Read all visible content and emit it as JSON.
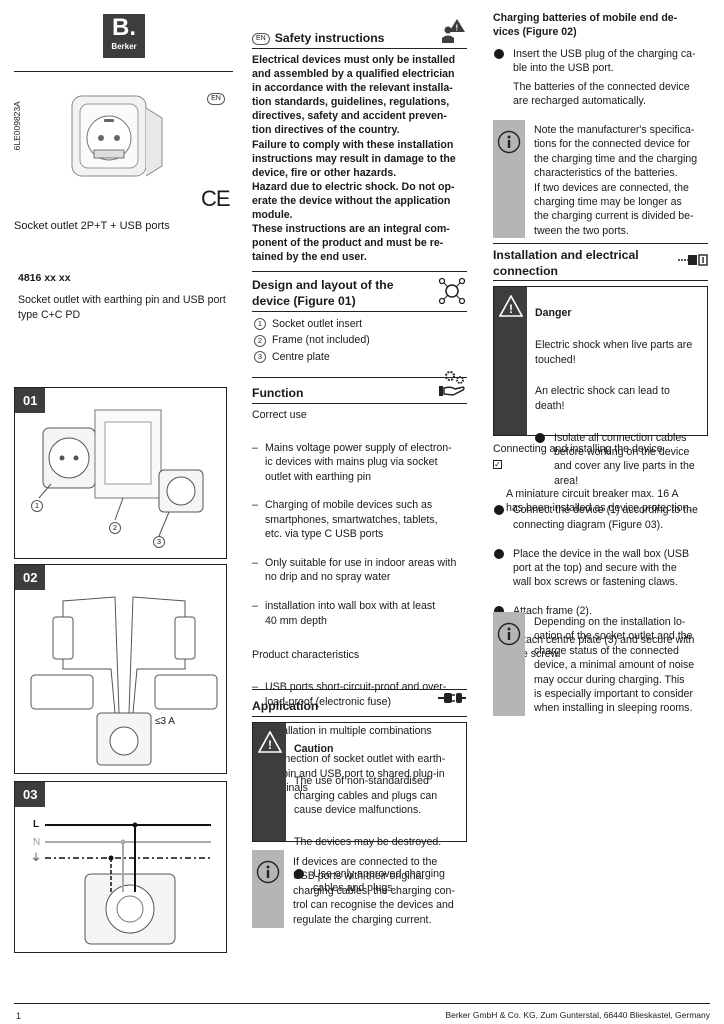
{
  "brand": {
    "logo": "B.",
    "name": "Berker"
  },
  "left": {
    "doc_code": "6LE009823A",
    "lang_badge": "EN",
    "ce_mark": "CE",
    "product_title": "Socket outlet 2P+T + USB ports",
    "article": "4816 xx xx",
    "description": "Socket outlet with earthing pin and USB port type C+C PD",
    "fig1": {
      "label": "01",
      "callouts": [
        "1",
        "2",
        "3"
      ]
    },
    "fig2": {
      "label": "02",
      "current": "≤3 A"
    },
    "fig3": {
      "label": "03",
      "lines": [
        "L",
        "N",
        "⏚"
      ]
    }
  },
  "middle": {
    "safety": {
      "badge": "EN",
      "title": "Safety instructions",
      "lines": [
        "Electrical devices must only be installed",
        "and assembled by a qualified electrician",
        "in accordance with the relevant installa-",
        "tion standards, guidelines, regulations,",
        "directives, safety and accident preven-",
        "tion directives of the country.",
        "Failure to comply with these installation",
        "instructions may result in damage to the",
        "device, fire or other hazards.",
        "Hazard due to electric shock. Do not op-",
        "erate the device without the application",
        "module.",
        "These instructions are an integral com-",
        "ponent of the product and must be re-",
        "tained by the end user."
      ]
    },
    "design": {
      "title_lines": [
        "Design and layout of the",
        "device (Figure 01)"
      ],
      "items": [
        {
          "num": "1",
          "text": "Socket outlet insert"
        },
        {
          "num": "2",
          "text": "Frame (not included)"
        },
        {
          "num": "3",
          "text": "Centre plate"
        }
      ]
    },
    "function": {
      "title": "Function",
      "correct_use": "Correct use",
      "uses": [
        "Mains voltage power supply of electron-\nic devices with mains plug via socket\noutlet with earthing pin",
        "Charging of mobile devices such as\nsmartphones, smartwatches, tablets,\netc. via type C USB ports",
        "Only suitable for use in indoor areas with\nno drip and no spray water",
        "installation into wall box with at least\n40 mm depth"
      ],
      "characteristics_title": "Product characteristics",
      "characteristics": [
        "USB ports short-circuit-proof and over-\nload-proof (electronic fuse)",
        "Installation in multiple combinations",
        "Connection of socket outlet with earth-\ning pin and USB port to shared plug-in\nterminals"
      ]
    },
    "application": {
      "title": "Application",
      "caution_title": "Caution",
      "caution_text1": "The use of non-standardised\ncharging cables and plugs can\ncause device malfunctions.",
      "caution_text2": "The devices may be destroyed.",
      "caution_action": "Use only approved charging\ncables and plugs.",
      "info": "If devices are connected to the\nUSB ports with their original\ncharging cables, the charging con-\ntrol can recognise the devices and\nregulate the charging current."
    }
  },
  "right": {
    "charging": {
      "title": "Charging batteries of mobile end de-\nvices (Figure 02)",
      "step": "Insert the USB plug of the charging ca-\nble into the USB port.",
      "note": "The batteries of the connected device\nare recharged automatically.",
      "info": "Note the manufacturer's specifica-\ntions for the connected device for\nthe charging time and the charging\ncharacteristics of the batteries.\nIf two devices are connected, the\ncharging time may be longer as\nthe charging current is divided be-\ntween the two ports."
    },
    "installation": {
      "title": "Installation and electrical\nconnection",
      "danger_title": "Danger",
      "danger_text1": "Electric shock when live parts are\ntouched!",
      "danger_text2": "An electric shock can lead to\ndeath!",
      "danger_action": "Isolate all connection cables\nbefore working on the device\nand cover any live parts in the\narea!",
      "connect_title": "Connecting and installing the device",
      "check": "A miniature circuit breaker max. 16 A\nhas been installed as device protection.",
      "steps": [
        "Connect the device (1) according to the\nconnecting diagram (Figure 03).",
        "Place the device in the wall box (USB\nport at the top) and secure with the\nwall box screws or fastening claws.",
        "Attach frame (2).",
        "Attach centre plate (3) and secure with\nthe screw."
      ],
      "info": "Depending on the installation lo-\ncation of the socket outlet and the\ncharge status of the connected\ndevice, a minimal amount of noise\nmay occur during charging. This\nis especially important to consider\nwhen installing in sleeping rooms."
    }
  },
  "footer": {
    "page": "1",
    "company": "Berker GmbH & Co. KG, Zum Gunterstal, 66440 Blieskastel, Germany"
  },
  "colors": {
    "dark": "#3d3d3d",
    "info_grey": "#b5b5b5"
  }
}
